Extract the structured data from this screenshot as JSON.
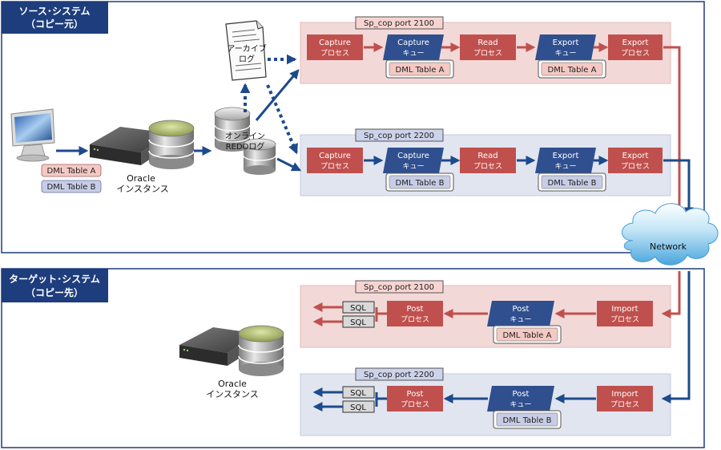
{
  "colors": {
    "navy": "#1d3d7c",
    "red_box": "#c0504d",
    "blue_box": "#2f4f8f",
    "pink_panel": "#f2d9d8",
    "blue_panel": "#e1e5f0",
    "red_arrow": "#c0504d",
    "blue_arrow": "#1d4a8c",
    "table_a_fill": "#f4c9c4",
    "table_b_fill": "#c7cde6",
    "sql_fill": "#d9d9d9"
  },
  "source_system": {
    "title_line1": "ソース･システム",
    "title_line2": "（コピー元）"
  },
  "target_system": {
    "title_line1": "ターゲット･システム",
    "title_line2": "（コピー先）"
  },
  "source_db": {
    "instance_line1": "Oracle",
    "instance_line2": "インスタンス",
    "table_a": "DML Table A",
    "table_b": "DML Table B",
    "online_redo_line1": "オンライン",
    "online_redo_line2": "REDOログ",
    "archive_line1": "アーカイブ",
    "archive_line2": "ログ"
  },
  "target_db": {
    "instance_line1": "Oracle",
    "instance_line2": "インスタンス"
  },
  "source_port_a": {
    "label": "Sp_cop port 2100",
    "capture_process": [
      "Capture",
      "プロセス"
    ],
    "capture_queue": [
      "Capture",
      "キュー"
    ],
    "read_process": [
      "Read",
      "プロセス"
    ],
    "export_queue": [
      "Export",
      "キュー"
    ],
    "export_process": [
      "Export",
      "プロセス"
    ],
    "table": "DML Table A"
  },
  "source_port_b": {
    "label": "Sp_cop port 2200",
    "capture_process": [
      "Capture",
      "プロセス"
    ],
    "capture_queue": [
      "Capture",
      "キュー"
    ],
    "read_process": [
      "Read",
      "プロセス"
    ],
    "export_queue": [
      "Export",
      "キュー"
    ],
    "export_process": [
      "Export",
      "プロセス"
    ],
    "table": "DML Table B"
  },
  "network": {
    "label": "Network"
  },
  "target_port_a": {
    "label": "Sp_cop port 2100",
    "import_process": [
      "Import",
      "プロセス"
    ],
    "post_queue": [
      "Post",
      "キュー"
    ],
    "post_process": [
      "Post",
      "プロセス"
    ],
    "table": "DML Table A",
    "sql": [
      "SQL",
      "SQL"
    ]
  },
  "target_port_b": {
    "label": "Sp_cop port 2200",
    "import_process": [
      "Import",
      "プロセス"
    ],
    "post_queue": [
      "Post",
      "キュー"
    ],
    "post_process": [
      "Post",
      "プロセス"
    ],
    "table": "DML Table B",
    "sql": [
      "SQL",
      "SQL"
    ]
  }
}
